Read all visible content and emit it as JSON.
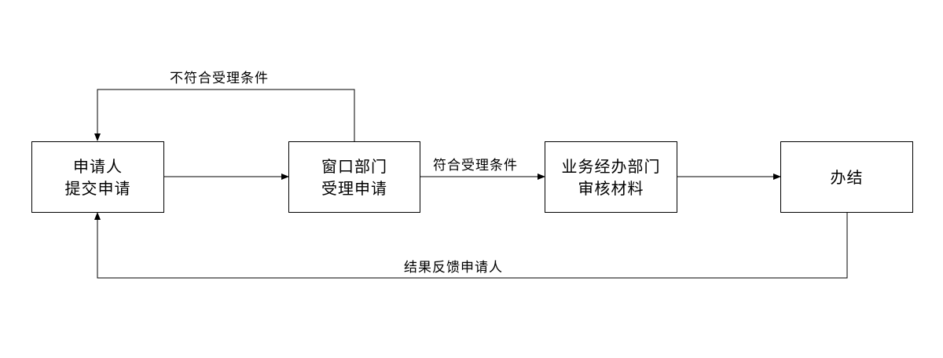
{
  "nodes": {
    "applicant": {
      "line1": "申请人",
      "line2": "提交申请"
    },
    "window": {
      "line1": "窗口部门",
      "line2": "受理申请"
    },
    "business": {
      "line1": "业务经办部门",
      "line2": "审核材料"
    },
    "done": {
      "line1": "办结"
    }
  },
  "edges": {
    "reject": "不符合受理条件",
    "accept": "符合受理条件",
    "feedback": "结果反馈申请人"
  }
}
